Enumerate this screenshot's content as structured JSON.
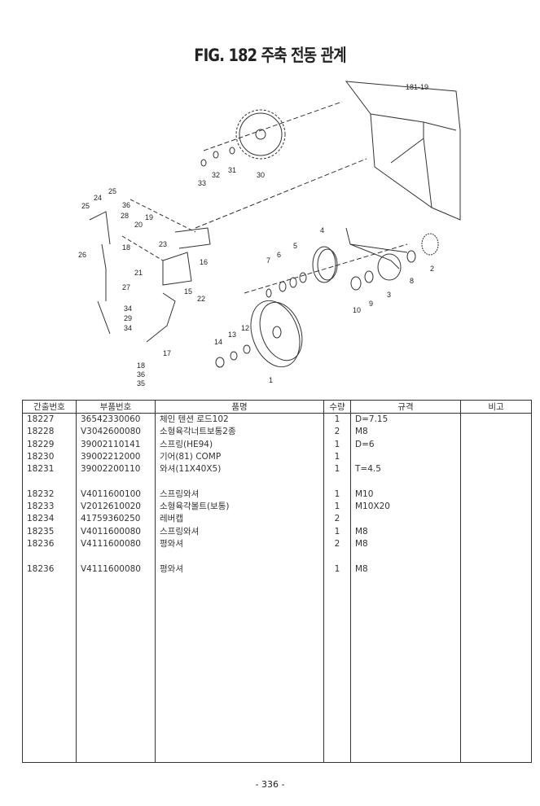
{
  "title": "FIG. 182 주축 전동 관계",
  "diagram": {
    "labels": [
      "181-19",
      "30",
      "31",
      "32",
      "33",
      "25",
      "24",
      "36",
      "28",
      "25",
      "19",
      "20",
      "18",
      "23",
      "16",
      "26",
      "22",
      "21",
      "15",
      "27",
      "34",
      "29",
      "34",
      "17",
      "18",
      "36",
      "35",
      "14",
      "13",
      "12",
      "1",
      "7",
      "6",
      "5",
      "4",
      "10",
      "9",
      "3",
      "8",
      "2"
    ]
  },
  "table": {
    "headers": [
      "간출번호",
      "부품번호",
      "품명",
      "수량",
      "규격",
      "비고"
    ],
    "rows": [
      [
        "18227",
        "36542330060",
        "체인 텐션 로드102",
        "1",
        "D=7.15",
        ""
      ],
      [
        "18228",
        "V3042600080",
        "소형육각너트보통2종",
        "2",
        "M8",
        ""
      ],
      [
        "18229",
        "39002110141",
        "스프링(HE94)",
        "1",
        "D=6",
        ""
      ],
      [
        "18230",
        "39002212000",
        "기어(81) COMP",
        "1",
        "",
        ""
      ],
      [
        "18231",
        "39002200110",
        "와셔(11X40X5)",
        "1",
        "T=4.5",
        ""
      ],
      [
        "",
        "",
        "",
        "",
        "",
        ""
      ],
      [
        "18232",
        "V4011600100",
        "스프링와셔",
        "1",
        "M10",
        ""
      ],
      [
        "18233",
        "V2012610020",
        "소형육각볼트(보통)",
        "1",
        "M10X20",
        ""
      ],
      [
        "18234",
        "41759360250",
        "레버캡",
        "2",
        "",
        ""
      ],
      [
        "18235",
        "V4011600080",
        "스프링와셔",
        "1",
        "M8",
        ""
      ],
      [
        "18236",
        "V4111600080",
        "평와셔",
        "2",
        "M8",
        ""
      ],
      [
        "",
        "",
        "",
        "",
        "",
        ""
      ],
      [
        "18236",
        "V4111600080",
        "평와셔",
        "1",
        "M8",
        ""
      ]
    ]
  },
  "page_number": "- 336 -"
}
